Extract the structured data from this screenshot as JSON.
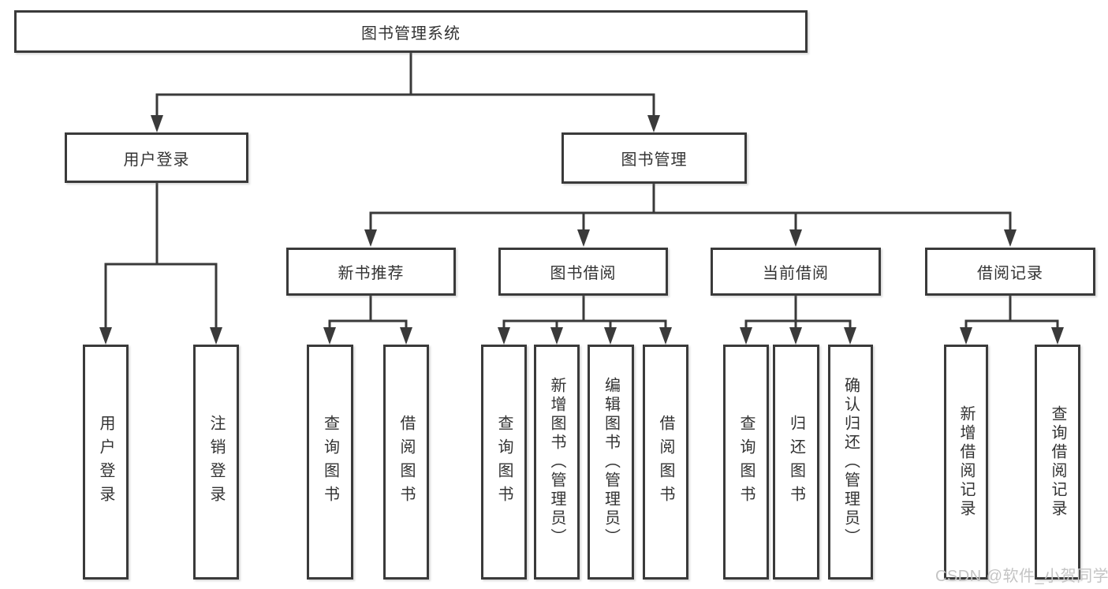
{
  "diagram": {
    "root": {
      "label": "图书管理系统"
    },
    "level1": [
      {
        "label": "用户登录"
      },
      {
        "label": "图书管理"
      }
    ],
    "level2": [
      {
        "label": "新书推荐"
      },
      {
        "label": "图书借阅"
      },
      {
        "label": "当前借阅"
      },
      {
        "label": "借阅记录"
      }
    ],
    "leaves": {
      "user_login": [
        "用户登录",
        "注销登录"
      ],
      "new_book": [
        "查询图书",
        "借阅图书"
      ],
      "book_borrow": [
        "查询图书",
        "新增图书（管理员）",
        "编辑图书（管理员）",
        "借阅图书"
      ],
      "current_borrow": [
        "查询图书",
        "归还图书",
        "确认归还（管理员）"
      ],
      "borrow_records": [
        "新增借阅记录",
        "查询借阅记录"
      ]
    }
  },
  "colors": {
    "line": "#3a3a3a",
    "text": "#333333",
    "watermark": "#c4c4c4",
    "bg": "#ffffff"
  },
  "watermark": {
    "text": "CSDN @软件_小贺同学"
  }
}
